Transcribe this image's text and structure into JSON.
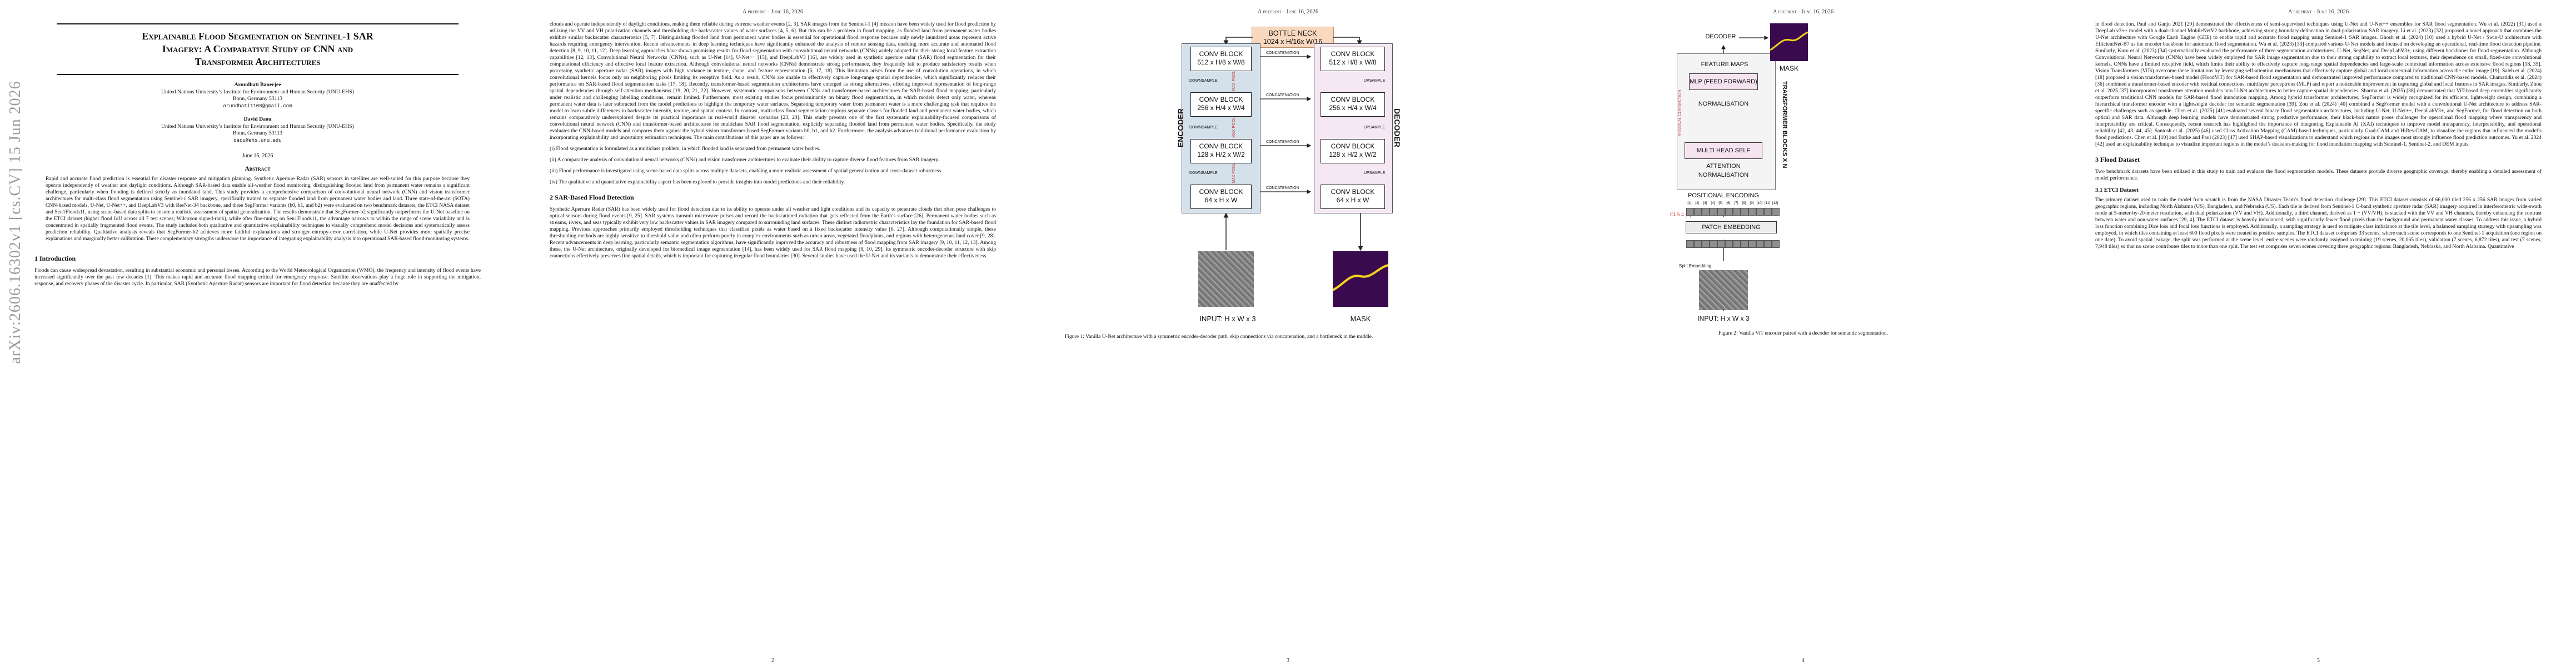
{
  "running_head": "A preprint - June 16, 2026",
  "arxiv_stamp": "arXiv:2606.16302v1  [cs.CV]  15 Jun 2026",
  "page_numbers": [
    "2",
    "3",
    "4",
    "5"
  ],
  "page1": {
    "title_line1": "Explainable Flood Segmentation on Sentinel-1 SAR",
    "title_line2": "Imagery: A Comparative Study of CNN and",
    "title_line3": "Transformer Architectures",
    "author1_name": "Arundhati Banerjee",
    "author1_affil": "United Nations University’s Institute for Environment and Human Security (UNU-EHS)",
    "author1_city": "Bonn, Germany 53113",
    "author1_email": "arundhati1108@gmail.com",
    "author2_name": "David Daou",
    "author2_affil": "United Nations University’s Institute for Environment and Human Security (UNU-EHS)",
    "author2_city": "Bonn, Germany 53113",
    "author2_email": "daou@ehs.unu.edu",
    "date": "June 16, 2026",
    "abstract_heading": "Abstract",
    "abstract": "Rapid and accurate flood prediction is essential for disaster response and mitigation planning. Synthetic Aperture Radar (SAR) sensors in satellites are well-suited for this purpose because they operate independently of weather and daylight conditions. Although SAR-based data enable all-weather flood monitoring, distinguishing flooded land from permanent water remains a significant challenge, particularly when flooding is defined strictly as inundated land. This study provides a comprehensive comparison of convolutional neural network (CNN) and vision transformer architectures for multi-class flood segmentation using Sentinel-1 SAR imagery, specifically trained to separate flooded land from permanent water bodies and land. Three state-of-the-art (SOTA) CNN-based models, U-Net, U-Net++, and DeepLabV3 with ResNet-34 backbone, and three SegFormer variants (b0, b1, and b2) were evaluated on two benchmark datasets, the ETCI NASA dataset and Sen1Floods11, using scene-based data splits to ensure a realistic assessment of spatial generalization. The results demonstrate that SegFormer-b2 significantly outperforms the U-Net baseline on the ETCI dataset (higher flood IoU across all 7 test scenes; Wilcoxon signed-rank), while after fine-tuning on Sen1Floods11, the advantage narrows to within the range of scene variability and is concentrated in spatially fragmented flood events. The study includes both qualitative and quantitative explainability techniques to visually comprehend model decisions and systematically assess prediction reliability. Qualitative analysis reveals that SegFormer-b2 achieves more faithful explanations and stronger entropy-error correlation, while U-Net provides more spatially precise explanations and marginally better calibration. These complementary strengths underscore the importance of integrating explainability analysis into operational SAR-based flood-monitoring systems.",
    "intro_heading": "1   Introduction",
    "intro": "Floods can cause widespread devastation, resulting in substantial economic and personal losses. According to the World Meteorological Organization (WMO), the frequency and intensity of flood events have increased significantly over the past few decades [1]. This makes rapid and accurate flood mapping critical for emergency response. Satellite observations play a huge role in supporting the mitigation, response, and recovery phases of the disaster cycle. In particular, SAR (Synthetic Aperture Radar) sensors are important for flood detection because they are unaffected by"
  },
  "page2": {
    "para1": "clouds and operate independently of daylight conditions, making them reliable during extreme weather events [2, 3]. SAR images from the Sentinel-1 [4] mission have been widely used for flood prediction by utilizing the VV and VH polarization channels and thresholding the backscatter values of water surfaces [4, 5, 6]. But this can be a problem in flood mapping, as flooded land from permanent water bodies exhibits similar backscatter characteristics [5, 7]. Distinguishing flooded land from permanent water bodies is essential for operational flood response because only newly inundated areas represent active hazards requiring emergency intervention. Recent advancements in deep learning techniques have significantly enhanced the analysis of remote sensing data, enabling more accurate and automated flood detection [8, 9, 10, 11, 12]. Deep learning approaches have shown promising results for flood segmentation with convolutional neural networks (CNNs) widely adopted for their strong local feature extraction capabilities [12, 13]. Convolutional Neural Networks (CNNs), such as U-Net [14], U-Net++ [15], and DeepLabV3 [16], are widely used in synthetic aperture radar (SAR) flood segmentation for their computational efficiency and effective local feature extraction. Although convolutional neural networks (CNNs) demonstrate strong performance, they frequently fail to produce satisfactory results when processing synthetic aperture radar (SAR) images with high variance in texture, shape, and feature representation [5, 17, 18]. This limitation arises from the use of convolution operations, in which convolutional kernels focus only on neighboring pixels limiting its receptive field. As a result, CNNs are unable to effectively capture long-range spatial dependencies, which significantly reduces their performance on SAR-based flood segmentation tasks [17, 18]. Recently, transformer-based segmentation architectures have emerged as strong alternatives, offering improved representation of long-range spatial dependencies through self-attention mechanisms [19, 20, 21, 22]. However, systematic comparisons between CNNs and transformer-based architectures for SAR-based flood mapping, particularly under realistic and challenging labelling conditions, remain limited. Furthermore, most existing studies focus predominantly on binary flood segmentation, in which models detect only water, whereas permanent water data is later subtracted from the model predictions to highlight the temporary water surfaces. Separating temporary water from permanent water is a more challenging task that requires the model to learn subtle differences in backscatter intensity, texture, and spatial context. In contrast, multi-class flood segmentation employs separate classes for flooded land and permanent water bodies, which remains comparatively underexplored despite its practical importance in real-world disaster scenarios [23, 24]. This study presents one of the first systematic explainability-focused comparisons of convolutional neural network (CNN) and transformer-based architectures for multiclass SAR flood segmentation, explicitly separating flooded land from permanent water bodies. Specifically, the study evaluates the CNN-based models and compares them against the hybrid vision transformer-based SegFormer variants b0, b1, and b2. Furthermore, the analysis advances traditional performance evaluation by incorporating explainability and uncertainty estimation techniques. The main contributions of this paper are as follows:",
    "list1": "(i) Flood segmentation is formulated as a multiclass problem, in which flooded land is separated from permanent water bodies.",
    "list2": "(ii) A comparative analysis of convolutional neural networks (CNNs) and vision transformer architectures to evaluate their ability to capture diverse flood features from SAR imagery.",
    "list3": "(iii) Flood performance is investigated using scene-based data splits across multiple datasets, enabling a more realistic assessment of spatial generalization and cross-dataset robustness.",
    "list4": "(iv) The qualitative and quantitative explainability aspect has been explored to provide insights into model predictions and their reliability.",
    "sec2_heading": "2   SAR-Based Flood Detection",
    "sec2_p1": "Synthetic Aperture Radar (SAR) has been widely used for flood detection due to its ability to operate under all weather and light conditions and its capacity to penetrate clouds that often pose challenges to optical sensors during flood events [9, 25]. SAR systems transmit microwave pulses and record the backscattered radiation that gets reflected from the Earth’s surface [26]. Permanent water bodies such as streams, rivers, and seas typically exhibit very low backscatter values in SAR imagery compared to surrounding land surfaces. These distinct radiometric characteristics lay the foundation for SAR-based flood mapping. Previous approaches primarily employed thresholding techniques that classified pixels as water based on a fixed backscatter intensity value [6, 27]. Although computationally simple, these thresholding methods are highly sensitive to threshold value and often perform poorly in complex environments such as urban areas, vegetated floodplains, and regions with heterogeneous land cover [9, 28]. Recent advancements in deep learning, particularly semantic segmentation algorithms, have significantly improved the accuracy and robustness of flood mapping from SAR imagery [9, 10, 11, 12, 13]. Among these, the U-Net architecture, originally developed for biomedical image segmentation [14], has been widely used for SAR flood mapping [8, 10, 29]. Its symmetric encoder-decoder structure with skip connections effectively preserves fine spatial details, which is important for capturing irregular flood boundaries [30]. Several studies have used the U-Net and its variants to demonstrate their effectiveness"
  },
  "page3": {
    "bottleneck_line1": "BOTTLE NECK",
    "bottleneck_line2": "1024 x H/16x W/16",
    "encoder_label": "ENCODER",
    "decoder_label": "DECODER",
    "enc_blocks": [
      {
        "title": "CONV BLOCK",
        "dim": "512 x H/8 x W/8"
      },
      {
        "title": "CONV BLOCK",
        "dim": "256 x H/4 x W/4"
      },
      {
        "title": "CONV BLOCK",
        "dim": "128 x H/2 x W/2"
      },
      {
        "title": "CONV BLOCK",
        "dim": "64 x H x W"
      }
    ],
    "dec_blocks": [
      {
        "title": "CONV BLOCK",
        "dim": "512 x H/8 x W/8"
      },
      {
        "title": "CONV BLOCK",
        "dim": "256 x H/4 x W/4"
      },
      {
        "title": "CONV BLOCK",
        "dim": "128 x H/2 x W/2"
      },
      {
        "title": "CONV BLOCK",
        "dim": "64 x H x W"
      }
    ],
    "concat_label": "CONCATENATION",
    "downsample_label": "DOWNSAMPLE",
    "upsample_label": "UPSAMPLE",
    "maxpool_label": "MAX POOL",
    "input_label": "INPUT: H x W x 3",
    "mask_label": "MASK",
    "caption": "Figure 1: Vanilla U-Net architecture with a symmetric encoder-decoder path, skip connections via concatenation, and a bottleneck in the middle."
  },
  "page4": {
    "decoder_label": "DECODER",
    "mask_label": "MASK",
    "feature_maps_label": "FEATURE MAPS",
    "mlp_label": "MLP (FEED FORWARD)",
    "norm_label": "NORMALISATION",
    "mhsa_label": "MULTI HEAD SELF ATTENTION",
    "tblock_label": "TRANSFORMER BLOCKS X N",
    "residual_label": "RESIDUAL CONNECTION",
    "pos_label": "POSITIONAL ENCODING",
    "patch_label": "PATCH EMBEDDING",
    "cls_label": "CLS = [0]",
    "token_labels": [
      "[1]",
      "[2]",
      "[3]",
      "[4]",
      "[5]",
      "[6]",
      "[7]",
      "[8]",
      "[9]",
      "[10]",
      "[11]",
      "[12]"
    ],
    "split_label": "Split Embedding",
    "input_label": "INPUT: H x W x 3",
    "caption": "Figure 2: Vanilla ViT encoder paired with a decoder for semantic segmentation."
  },
  "page5": {
    "para1": "in flood detection. Paul and Ganju 2021 [29] demonstrated the effectiveness of semi-supervised techniques using U-Net and U-Net++ ensembles for SAR flood segmentation. Wu et al. (2022) [31] used a DeepLab v3++ model with a dual-channel MobileNetV2 backbone, achieving strong boundary delineation in dual-polarization SAR imagery. Li et al. (2023) [32] proposed a novel approach that combines the U-Net architecture with Google Earth Engine (GEE) to enable rapid and accurate flood mapping using Sentinel-1 SAR images. Ghosh et al. (2024) [10] used a hybrid U-Net / Swin-U architecture with EfficientNet-B7 as the encoder backbone for automatic flood segmentation. Wu et al. (2023) [33] compared various U-Net models and focused on developing an operational, real-time flood detection pipeline. Similarly, Kuru et al. (2023) [34] systematically evaluated the performance of three segmentation architectures, U-Net, SegNet, and DeepLabV3+, using different backbones for flood segmentation. Although Convolutional Neural Networks (CNNs) have been widely employed for SAR image segmentation due to their strong capability to extract local textures, their dependence on small, fixed-size convolutional kernels, CNNs have a limited receptive field, which limits their ability to effectively capture long-range spatial dependencies and large-scale contextual information across extensive flood regions [18, 35]. Vision Transformers (ViTs) overcome these limitations by leveraging self-attention mechanisms that effectively capture global and local contextual information across the entire image [19]. Saleh et al. (2024) [18] proposed a vision transformer-based model (FloodViT) for SAR-based flood segmentation and demonstrated improved performance compared to traditional CNN-based models. Chamatidis et al. (2024) [36] combined a transformer-based encoder with residual connections, multilayer perceptrons (MLP) and report a noticeable improvement in capturing global and local features in SAR images. Similarly, Zhou et al. 2025 [37] incorporated transformer attention modules into U-Net architectures to better capture spatial dependencies. Sharma et al. (2025) [38] demonstrated that ViT-based deep ensembles significantly outperform traditional CNN models for SAR-based flood inundation mapping. Among hybrid transformer architectures, SegFormer is widely recognized for its efficient, lightweight design, combining a hierarchical transformer encoder with a lightweight decoder for semantic segmentation [39]. Zou et al. (2024) [40] combined a SegFormer model with a convolutional U-Net architecture to address SAR-specific challenges such as speckle. Chen et al. (2025) [41] evaluated several binary flood segmentation architectures, including U-Net, U-Net++, DeepLabV3+, and SegFormer, for flood detection on both optical and SAR data. Although deep learning models have demonstrated strong predictive performance, their black-box nature poses challenges for operational flood mapping where transparency and interpretability are critical. Consequently, recent research has highlighted the importance of integrating Explainable AI (XAI) techniques to improve model transparency, interpretability, and operational reliability [42, 43, 44, 45]. Santosh et al. (2025) [46] used Class Activation Mapping (CAM)-based techniques, particularly Grad-CAM and HiRes-CAM, to visualize the regions that influenced the model’s flood predictions. Chen et al. [10] and Barke and Paul (2023) [47] used SHAP-based visualizations to understand which regions in the images most strongly influence flood prediction outcomes. Yu et al. 2024 [42] used an explainability technique to visualize important regions in the model’s decision-making for flood inundation mapping with Sentinel-1, Sentinel-2, and DEM inputs.",
    "sec3_heading": "3   Flood Dataset",
    "sec3_p": "Two benchmark datasets have been utilized in this study to train and evaluate the flood segmentation models. These datasets provide diverse geographic coverage, thereby enabling a detailed assessment of model performance.",
    "sec31_heading": "3.1   ETCI Dataset",
    "sec31_p": "The primary dataset used to train the model from scratch is from the NASA Disaster Team’s flood detection challenge [29]. This ETCI dataset consists of 66,000 tiled 256 x 256 SAR images from varied geographic regions, including North Alabama (US), Bangladesh, and Nebraska (US). Each tile is derived from Sentinel-1 C-band synthetic aperture radar (SAR) imagery acquired in interferometric wide-swath mode at 5-meter-by-20-meter resolution, with dual polarization (VV and VH). Additionally, a third channel, derived as 1 − (VV/VH), is stacked with the VV and VH channels, thereby enhancing the contrast between water and non-water surfaces [29, 4]. The ETCI dataset is heavily imbalanced, with significantly fewer flood pixels than the background and permanent water classes. To address this issue, a hybrid loss function combining Dice loss and focal loss functions is employed. Additionally, a sampling strategy is used to mitigate class imbalance at the tile level, a balanced sampling strategy with upsampling was employed, in which tiles containing at least 600 flood pixels were treated as positive samples. The ETCI dataset comprises 33 scenes, where each scene corresponds to one Sentinel-1 acquisition (one region on one date). To avoid spatial leakage, the split was performed at the scene level: entire scenes were randomly assigned to training (19 scenes, 20,065 tiles), validation (7 scenes, 6,872 tiles), and test (7 scenes, 7,948 tiles) so that no scene contributes tiles to more than one split. The test set comprises seven scenes covering three geographic regions: Bangladesh, Nebraska, and North Alabama. Quantitative"
  }
}
